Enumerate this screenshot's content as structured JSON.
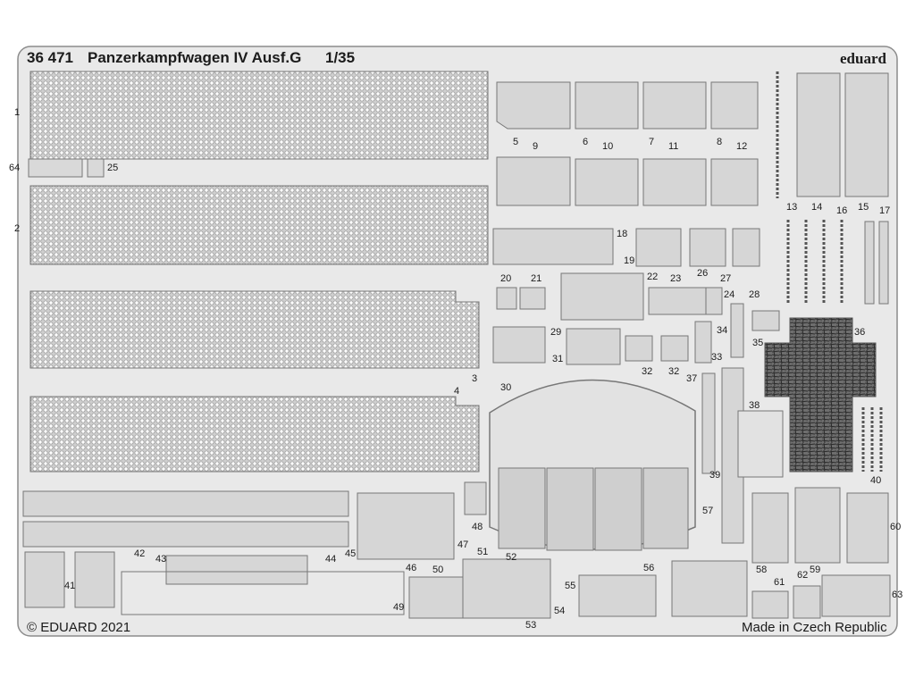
{
  "header": {
    "set_number": "36 471",
    "title": "Panzerkampfwagen IV Ausf.G",
    "scale": "1/35",
    "brand": "eduard"
  },
  "footer": {
    "copyright": "© EDUARD 2021",
    "origin": "Made in Czech Republic"
  },
  "part_numbers": [
    "1",
    "2",
    "3",
    "4",
    "5",
    "6",
    "7",
    "8",
    "9",
    "10",
    "11",
    "12",
    "13",
    "14",
    "15",
    "16",
    "17",
    "18",
    "19",
    "20",
    "21",
    "22",
    "23",
    "24",
    "25",
    "26",
    "27",
    "28",
    "29",
    "30",
    "31",
    "32",
    "32",
    "33",
    "34",
    "35",
    "36",
    "37",
    "38",
    "39",
    "40",
    "41",
    "42",
    "43",
    "44",
    "45",
    "46",
    "47",
    "48",
    "49",
    "50",
    "51",
    "52",
    "53",
    "54",
    "55",
    "56",
    "57",
    "58",
    "59",
    "60",
    "61",
    "62",
    "63",
    "64"
  ]
}
